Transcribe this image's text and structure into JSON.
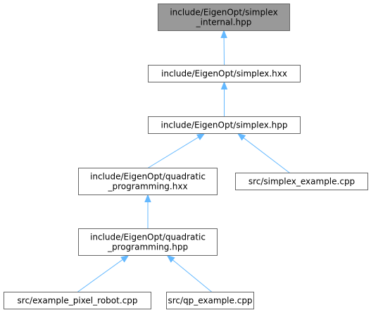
{
  "graph": {
    "nodes": {
      "simplex_internal": {
        "lines": [
          "include/EigenOpt/simplex",
          "_internal.hpp"
        ]
      },
      "simplex_hxx": {
        "lines": [
          "include/EigenOpt/simplex.hxx"
        ]
      },
      "simplex_hpp": {
        "lines": [
          "include/EigenOpt/simplex.hpp"
        ]
      },
      "qp_hxx": {
        "lines": [
          "include/EigenOpt/quadratic",
          "_programming.hxx"
        ]
      },
      "simplex_example": {
        "lines": [
          "src/simplex_example.cpp"
        ]
      },
      "qp_hpp": {
        "lines": [
          "include/EigenOpt/quadratic",
          "_programming.hpp"
        ]
      },
      "pixel_robot": {
        "lines": [
          "src/example_pixel_robot.cpp"
        ]
      },
      "qp_example": {
        "lines": [
          "src/qp_example.cpp"
        ]
      }
    },
    "edges": [
      {
        "from": "simplex_hxx",
        "to": "simplex_internal"
      },
      {
        "from": "simplex_hpp",
        "to": "simplex_hxx"
      },
      {
        "from": "qp_hxx",
        "to": "simplex_hpp"
      },
      {
        "from": "simplex_example",
        "to": "simplex_hpp"
      },
      {
        "from": "qp_hpp",
        "to": "qp_hxx"
      },
      {
        "from": "pixel_robot",
        "to": "qp_hpp"
      },
      {
        "from": "qp_example",
        "to": "qp_hpp"
      }
    ],
    "colors": {
      "root_fill": "#999999",
      "node_fill": "#ffffff",
      "node_border": "#666666",
      "edge": "#63b8ff",
      "text": "#000000"
    }
  }
}
